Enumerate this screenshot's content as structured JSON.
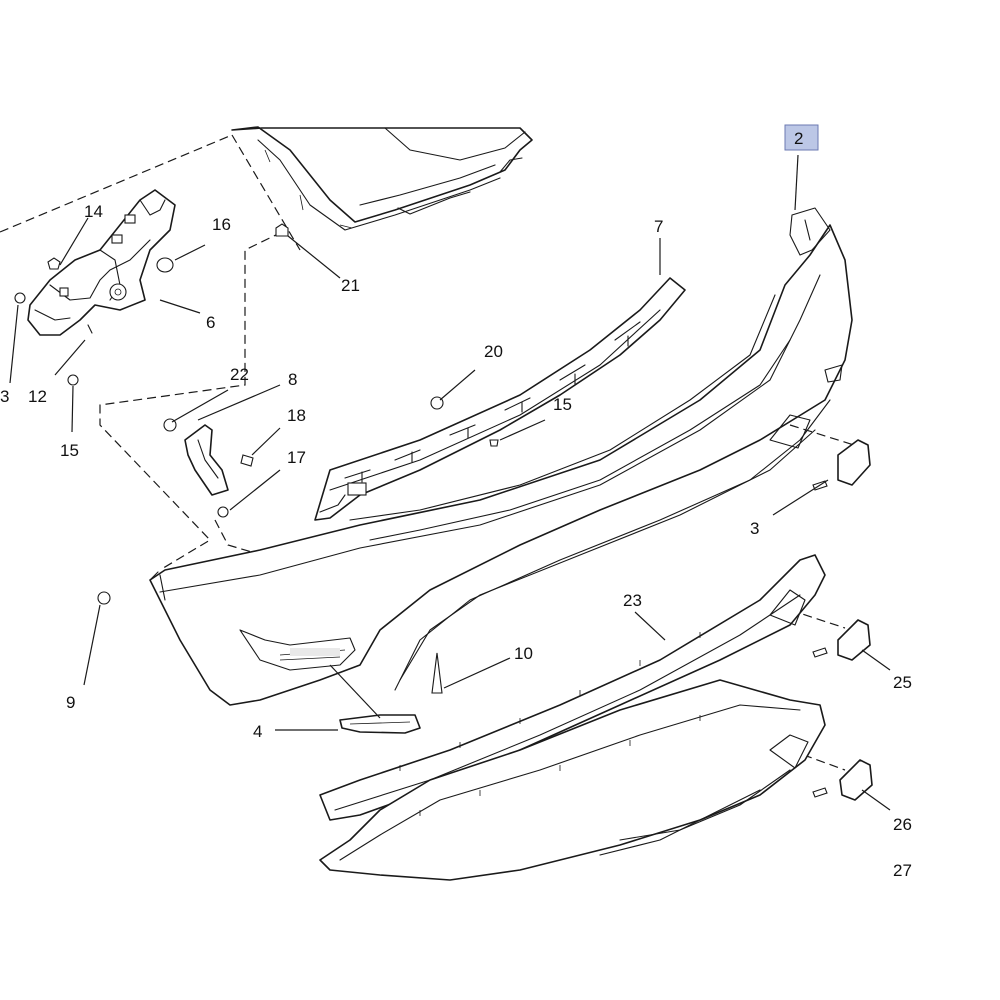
{
  "diagram": {
    "highlight_color": "#bcc7e6",
    "highlighted_callout": "2",
    "callouts": [
      {
        "id": "2",
        "label": "2"
      },
      {
        "id": "3a",
        "label": "3"
      },
      {
        "id": "3b",
        "label": "3"
      },
      {
        "id": "4",
        "label": "4"
      },
      {
        "id": "6",
        "label": "6"
      },
      {
        "id": "7",
        "label": "7"
      },
      {
        "id": "8",
        "label": "8"
      },
      {
        "id": "9",
        "label": "9"
      },
      {
        "id": "10",
        "label": "10"
      },
      {
        "id": "12",
        "label": "12"
      },
      {
        "id": "14",
        "label": "14"
      },
      {
        "id": "15a",
        "label": "15"
      },
      {
        "id": "15b",
        "label": "15"
      },
      {
        "id": "16",
        "label": "16"
      },
      {
        "id": "17",
        "label": "17"
      },
      {
        "id": "18",
        "label": "18"
      },
      {
        "id": "20",
        "label": "20"
      },
      {
        "id": "21",
        "label": "21"
      },
      {
        "id": "22",
        "label": "22"
      },
      {
        "id": "23",
        "label": "23"
      },
      {
        "id": "25",
        "label": "25"
      },
      {
        "id": "26",
        "label": "26"
      },
      {
        "id": "27",
        "label": "27"
      }
    ]
  }
}
